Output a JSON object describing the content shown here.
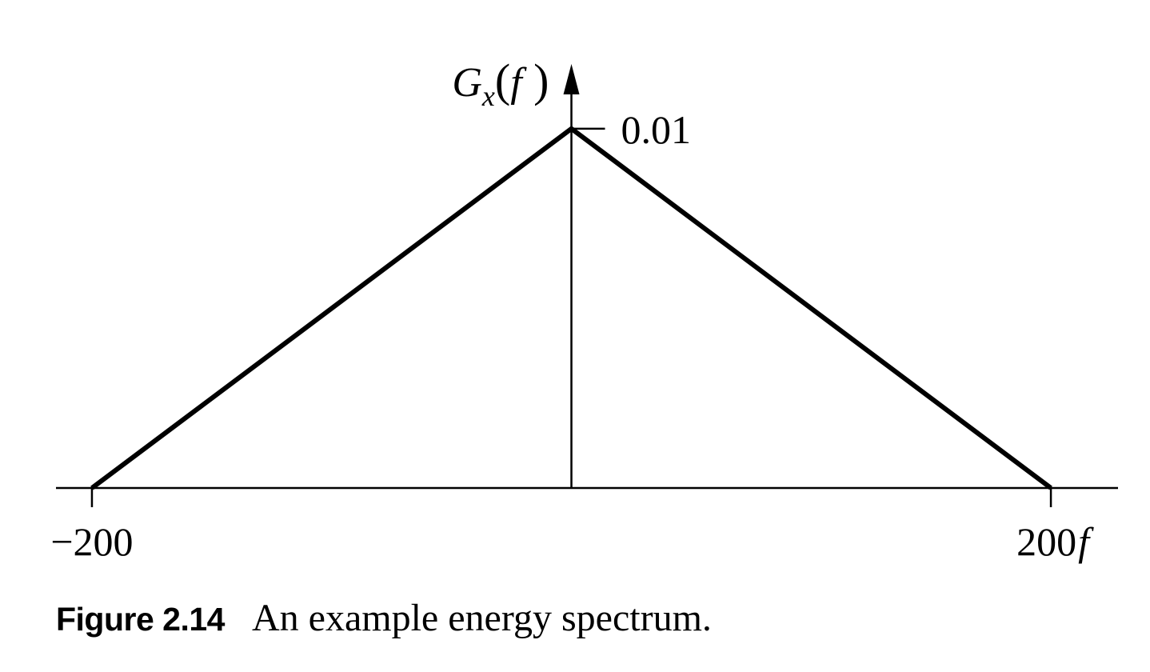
{
  "chart_data": {
    "type": "line",
    "series": [
      {
        "x": [
          -200,
          0,
          200
        ],
        "values": [
          0,
          0.01,
          0
        ]
      }
    ],
    "xlim": [
      -215,
      228
    ],
    "ylim": [
      0,
      0.0118
    ],
    "x_ticks": [
      {
        "value": -200,
        "label": "−200"
      },
      {
        "value": 200,
        "label": "200"
      }
    ],
    "y_ticks": [
      {
        "value": 0.01,
        "label": "0.01"
      }
    ],
    "xlabel": "f",
    "ylabel": {
      "main": "G",
      "sub": "x",
      "arg": "f"
    },
    "grid": false,
    "colors": {
      "line": "#000000",
      "axis": "#000000"
    }
  },
  "caption": {
    "label": "Figure 2.14",
    "text": "An example energy spectrum."
  }
}
